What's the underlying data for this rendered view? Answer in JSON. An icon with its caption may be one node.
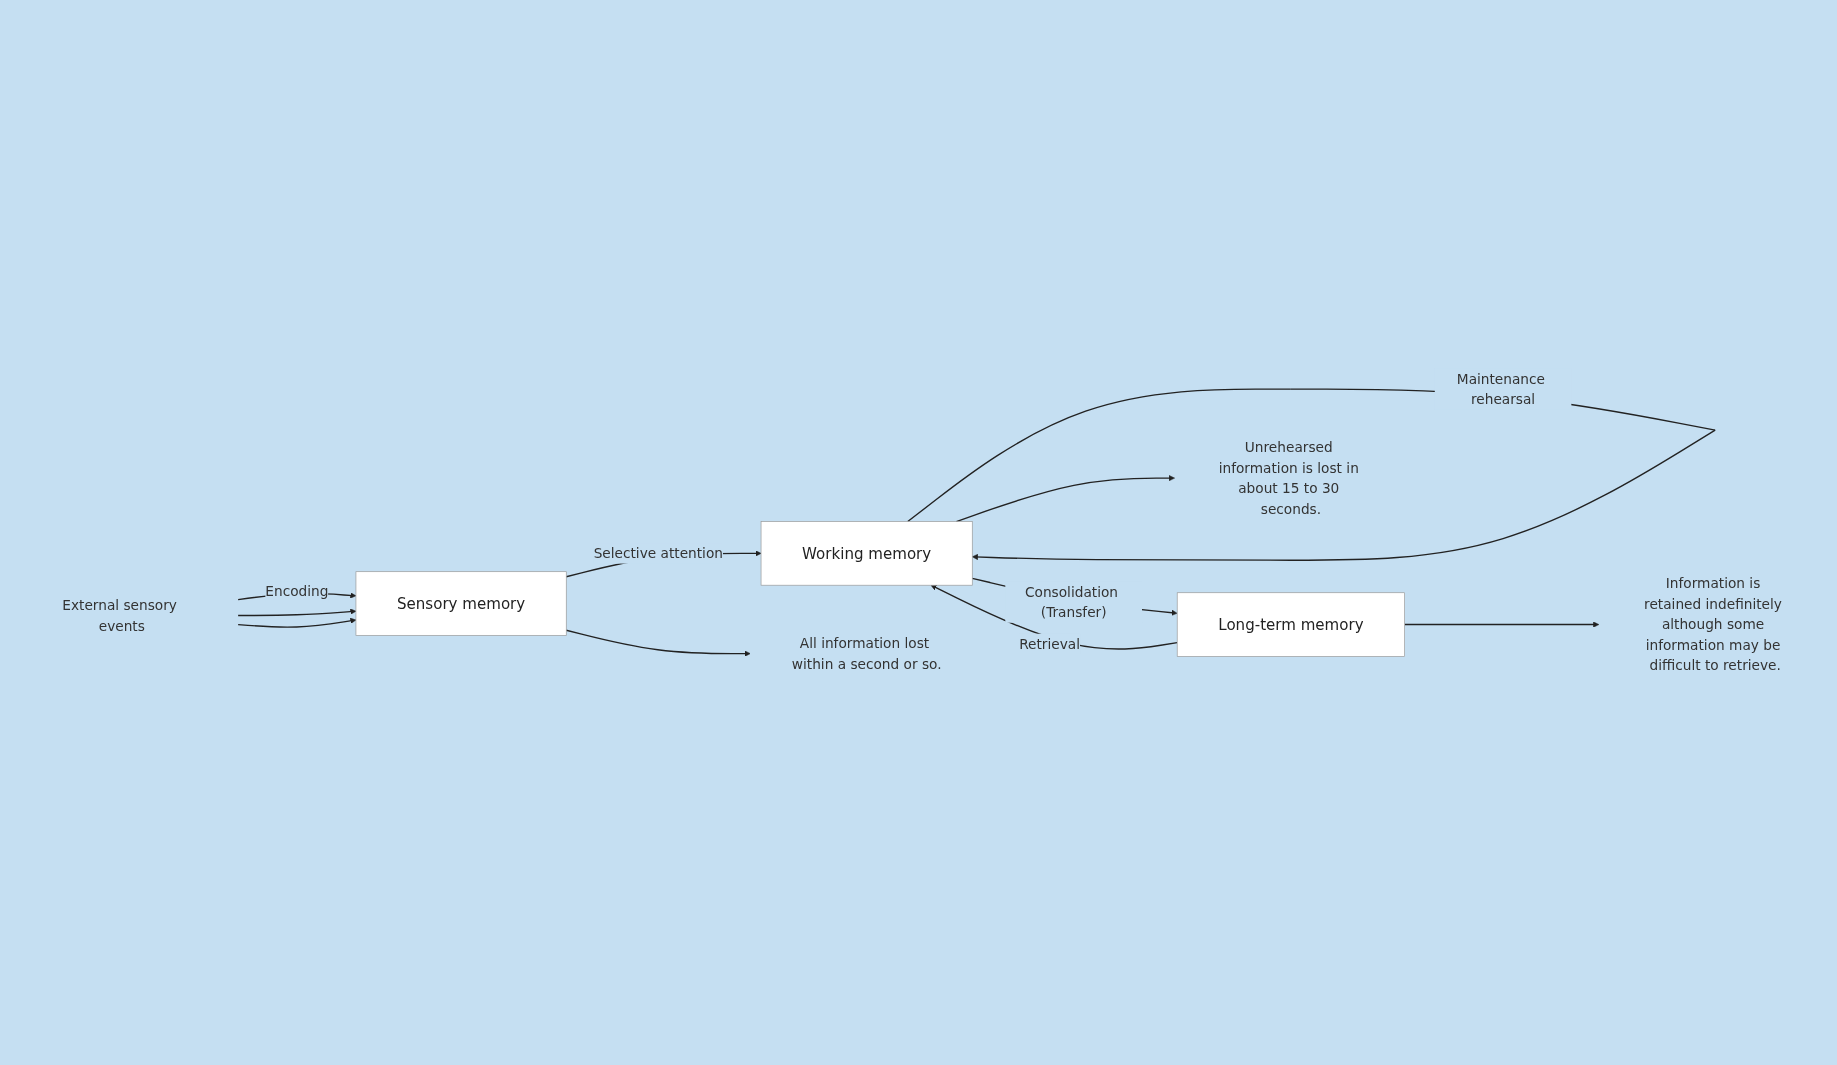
{
  "diagram": {
    "nodes": [
      {
        "text": [
          "External sensory events"
        ]
      },
      {
        "text": [
          "Sensory memory"
        ]
      },
      {
        "text": [
          "Working memory"
        ]
      },
      {
        "text": [
          "Long-term memory"
        ]
      },
      {
        "text": [
          "All information lost within a second or so."
        ]
      },
      {
        "text": [
          "Unrehearsed information is lost in about 15 to 30 seconds."
        ]
      },
      {
        "text": [
          "Information is retained indefinitely although some information may be difficult to retrieve."
        ]
      }
    ],
    "edges": [
      {
        "from": 0,
        "to": 1,
        "label": "Encoding",
        "arrow": "to"
      },
      {
        "from": 0,
        "to": 1,
        "arrow": "to"
      },
      {
        "from": 0,
        "to": 1,
        "arrow": "to"
      },
      {
        "from": 1,
        "to": 2,
        "label": "Selective attention",
        "arrow": "to"
      },
      {
        "from": 2,
        "to": 2,
        "label": "Maintenance rehearsal",
        "arrow": "to"
      },
      {
        "from": 2,
        "to": 3,
        "label": "Consolidation (Transfer)",
        "arrow": "to"
      },
      {
        "from": 3,
        "to": 2,
        "label": "Retrieval",
        "arrow": "to"
      },
      {
        "from": 1,
        "to": 4,
        "arrow": "to"
      },
      {
        "from": 2,
        "to": 5,
        "arrow": "to"
      },
      {
        "from": 3,
        "to": 6,
        "arrow": "to"
      }
    ]
  }
}
